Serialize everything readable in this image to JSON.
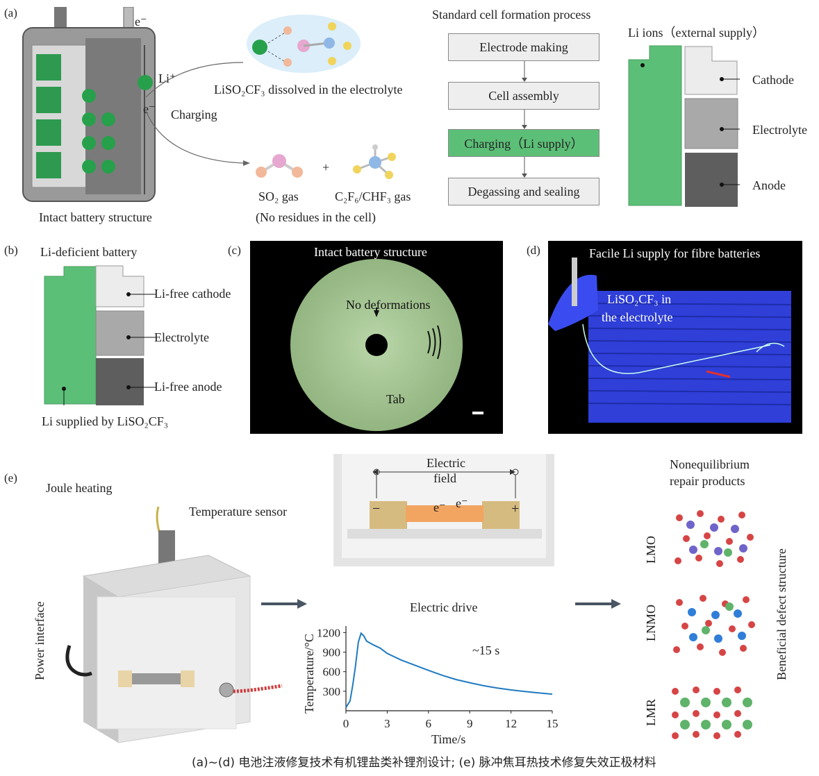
{
  "panel_labels": {
    "a": "(a)",
    "b": "(b)",
    "c": "(c)",
    "d": "(d)",
    "e": "(e)"
  },
  "panel_a": {
    "electron_top": "e⁻",
    "li_plus": "Li⁺",
    "electron_mid": "e⁻",
    "charging": "Charging",
    "battery_caption": "Intact battery structure",
    "dissolved_caption": "LiSO₂CF₃ dissolved in the electrolyte",
    "plus_sign": "+",
    "so2_gas": "SO₂ gas",
    "cf_gas": "C₂F₆/CHF₃ gas",
    "no_residues": "(No residues in the cell)",
    "process_title": "Standard cell formation process",
    "steps": [
      "Electrode making",
      "Cell assembly",
      "Charging（Li supply）",
      "Degassing and sealing"
    ],
    "li_ions": "Li ions（external supply）",
    "layers": [
      "Cathode",
      "Electrolyte",
      "Anode"
    ],
    "colors": {
      "green": "#5cbf77",
      "cathode": "#ececec",
      "electrolyte": "#a9a9a9",
      "anode": "#5e5e5e"
    }
  },
  "panel_b": {
    "title": "Li-deficient battery",
    "layers": [
      "Li-free cathode",
      "Electrolyte",
      "Li-free anode"
    ],
    "li_supply": "Li supplied by LiSO₂CF₃"
  },
  "panel_c": {
    "title": "Intact battery structure",
    "no_deform": "No deformations",
    "tab": "Tab"
  },
  "panel_d": {
    "title": "Facile Li supply for fibre batteries",
    "electrolyte_line1": "LiSO₂CF₃ in",
    "electrolyte_line2": "the electrolyte"
  },
  "panel_e": {
    "joule": "Joule heating",
    "temp_sensor": "Temperature sensor",
    "power_interface": "Power interface",
    "electric_field_1": "Electric",
    "electric_field_2": "field",
    "minus": "−",
    "plus": "+",
    "electron": "e⁻",
    "electric_drive": "Electric drive",
    "noneq_1": "Nonequilibrium",
    "noneq_2": "repair products",
    "products": [
      "LMO",
      "LNMO",
      "LMR"
    ],
    "beneficial": "Beneficial defect structure",
    "annotation": "~15 s"
  },
  "chart_data": {
    "type": "line",
    "xlabel": "Time/s",
    "ylabel": "Temperature/°C",
    "xticks": [
      0,
      3,
      6,
      9,
      12,
      15
    ],
    "yticks": [
      300,
      600,
      900,
      1200
    ],
    "xlim": [
      0,
      15
    ],
    "ylim": [
      0,
      1300
    ],
    "series": [
      {
        "x": [
          0,
          0.3,
          0.5,
          0.7,
          0.9,
          1.1,
          1.3,
          1.5,
          2,
          2.5,
          3,
          4,
          5,
          6,
          7,
          8,
          9,
          10,
          11,
          12,
          13,
          14,
          15
        ],
        "y": [
          50,
          150,
          400,
          700,
          1050,
          1190,
          1150,
          1070,
          1010,
          960,
          880,
          780,
          700,
          620,
          545,
          480,
          430,
          385,
          350,
          320,
          295,
          275,
          255
        ]
      }
    ]
  },
  "caption": "(a)~(d) 电池注液修复技术有机锂盐类补锂剂设计; (e) 脉冲焦耳热技术修复失效正极材料"
}
